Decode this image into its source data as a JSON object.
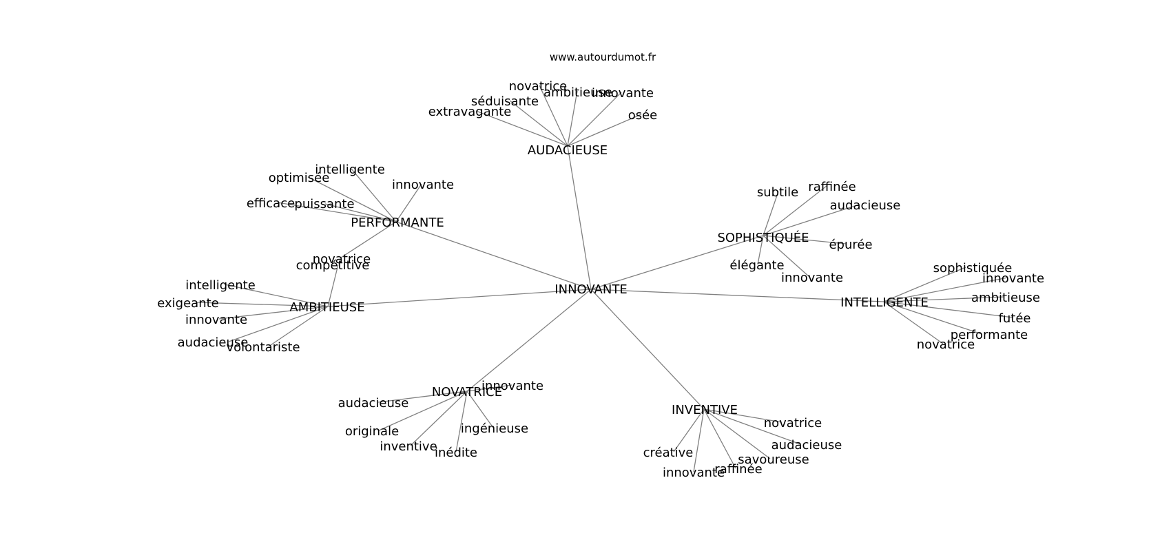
{
  "site": "www.autourdumot.fr",
  "graph": {
    "center": "INNOVANTE",
    "clusters": [
      {
        "hub": "AUDACIEUSE",
        "words": [
          "novatrice",
          "ambitieuse",
          "innovante",
          "séduisante",
          "extravagante",
          "osée"
        ]
      },
      {
        "hub": "PERFORMANTE",
        "words": [
          "intelligente",
          "optimisée",
          "innovante",
          "efficace",
          "puissante",
          "novatrice"
        ]
      },
      {
        "hub": "SOPHISTIQUÉE",
        "words": [
          "subtile",
          "raffinée",
          "audacieuse",
          "épurée",
          "élégante",
          "innovante"
        ]
      },
      {
        "hub": "AMBITIEUSE",
        "words": [
          "compétitive",
          "intelligente",
          "exigeante",
          "innovante",
          "audacieuse",
          "volontariste"
        ]
      },
      {
        "hub": "INTELLIGENTE",
        "words": [
          "sophistiquée",
          "innovante",
          "ambitieuse",
          "futée",
          "performante",
          "novatrice"
        ]
      },
      {
        "hub": "NOVATRICE",
        "words": [
          "innovante",
          "audacieuse",
          "originale",
          "inventive",
          "inédite",
          "ingénieuse"
        ]
      },
      {
        "hub": "INVENTIVE",
        "words": [
          "novatrice",
          "audacieuse",
          "savoureuse",
          "raffinée",
          "innovante",
          "créative"
        ]
      }
    ]
  }
}
